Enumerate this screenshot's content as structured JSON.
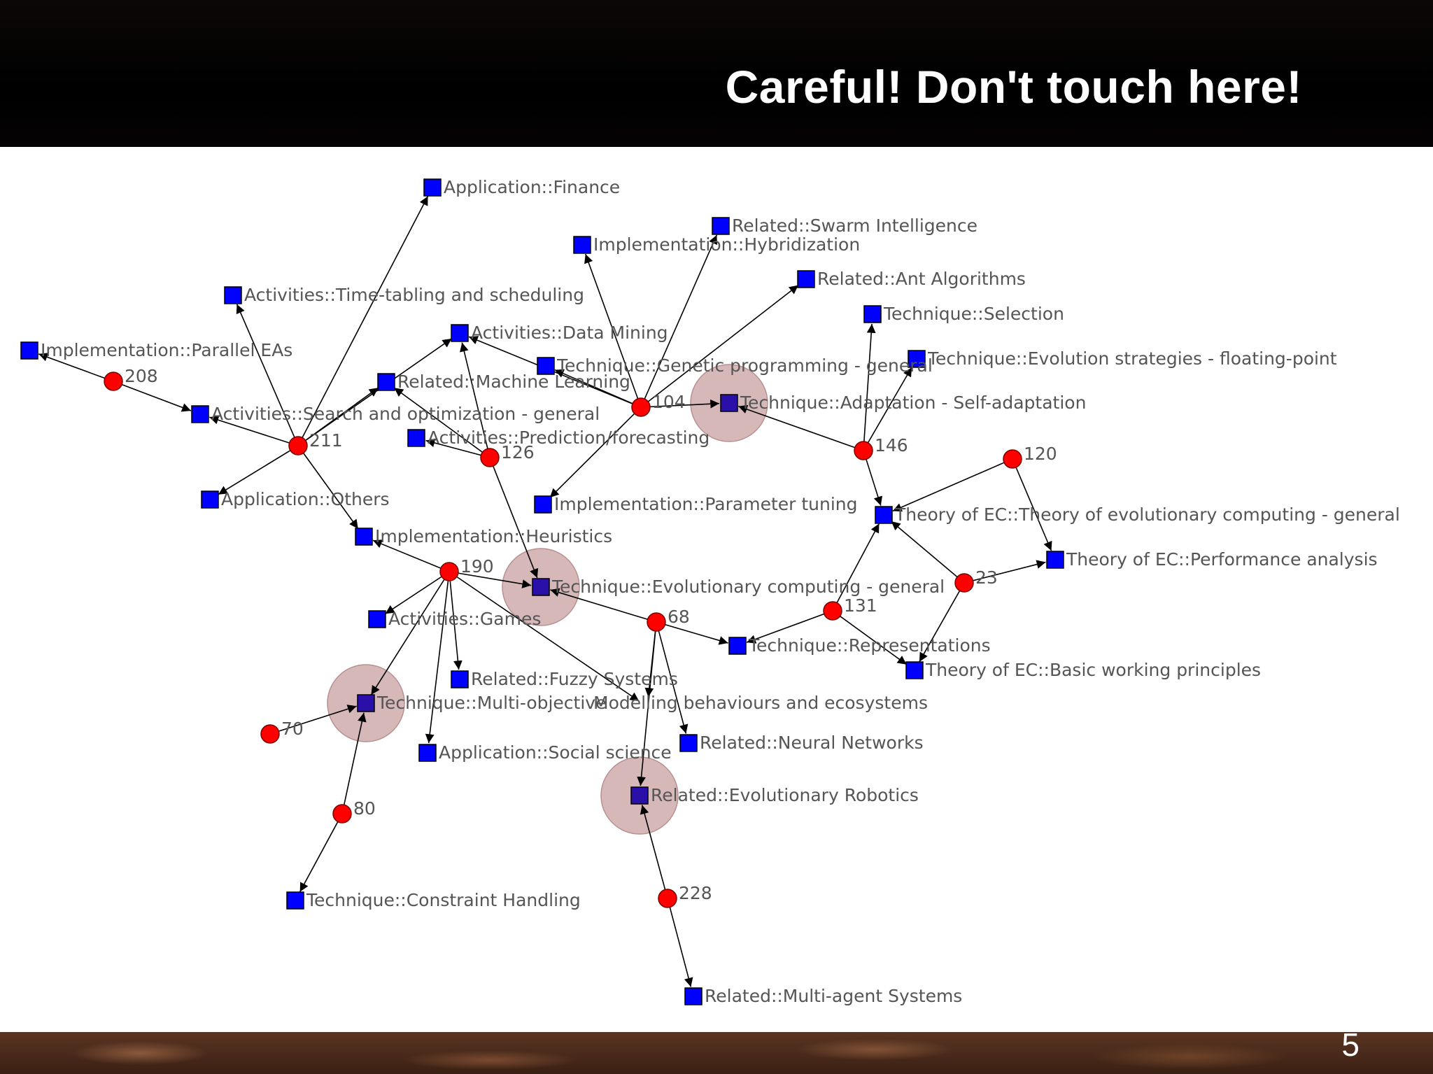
{
  "slide": {
    "title": "Careful! Don't touch here!",
    "page_number": "5"
  },
  "colors": {
    "category_node": "#0000ff",
    "cluster_node": "#ff0000",
    "highlight": "#c8a0a0",
    "edge": "#000000",
    "label": "#555555"
  },
  "graph": {
    "category_nodes": [
      {
        "id": "finance",
        "label": "Application::Finance"
      },
      {
        "id": "swarm",
        "label": "Related::Swarm Intelligence"
      },
      {
        "id": "hybrid",
        "label": "Implementation::Hybridization"
      },
      {
        "id": "ant",
        "label": "Related::Ant Algorithms"
      },
      {
        "id": "timetab",
        "label": "Activities::Time-tabling and scheduling"
      },
      {
        "id": "selection",
        "label": "Technique::Selection"
      },
      {
        "id": "datamining",
        "label": "Activities::Data Mining"
      },
      {
        "id": "parallel",
        "label": "Implementation::Parallel EAs"
      },
      {
        "id": "evostrat",
        "label": "Technique::Evolution strategies - floating-point"
      },
      {
        "id": "gp",
        "label": "Technique::Genetic programming - general"
      },
      {
        "id": "ml",
        "label": "Related::Machine Learning"
      },
      {
        "id": "adapt",
        "label": "Technique::Adaptation - Self-adaptation"
      },
      {
        "id": "search",
        "label": "Activities::Search and optimization - general"
      },
      {
        "id": "predict",
        "label": "Activities::Prediction/forecasting"
      },
      {
        "id": "others",
        "label": "Application::Others"
      },
      {
        "id": "paramtune",
        "label": "Implementation::Parameter tuning"
      },
      {
        "id": "theorygen",
        "label": "Theory of EC::Theory of evolutionary computing - general"
      },
      {
        "id": "heur",
        "label": "Implementation::Heuristics"
      },
      {
        "id": "perf",
        "label": "Theory of EC::Performance analysis"
      },
      {
        "id": "ecgen",
        "label": "Technique::Evolutionary computing - general"
      },
      {
        "id": "games",
        "label": "Activities::Games"
      },
      {
        "id": "repr",
        "label": "Technique::Representations"
      },
      {
        "id": "basic",
        "label": "Theory of EC::Basic working principles"
      },
      {
        "id": "fuzzy",
        "label": "Related::Fuzzy Systems"
      },
      {
        "id": "multiobj",
        "label": "Technique::Multi-objective"
      },
      {
        "id": "modelling",
        "label": "Modelling behaviours and ecosystems"
      },
      {
        "id": "neural",
        "label": "Related::Neural Networks"
      },
      {
        "id": "social",
        "label": "Application::Social science"
      },
      {
        "id": "robotics",
        "label": "Related::Evolutionary Robotics"
      },
      {
        "id": "constraint",
        "label": "Technique::Constraint Handling"
      },
      {
        "id": "multiagent",
        "label": "Related::Multi-agent Systems"
      }
    ],
    "cluster_nodes": [
      {
        "id": "c208",
        "label": "208"
      },
      {
        "id": "c211",
        "label": "211"
      },
      {
        "id": "c126",
        "label": "126"
      },
      {
        "id": "c104",
        "label": "104"
      },
      {
        "id": "c146",
        "label": "146"
      },
      {
        "id": "c120",
        "label": "120"
      },
      {
        "id": "c190",
        "label": "190"
      },
      {
        "id": "c23",
        "label": "23"
      },
      {
        "id": "c131",
        "label": "131"
      },
      {
        "id": "c68",
        "label": "68"
      },
      {
        "id": "c70",
        "label": "70"
      },
      {
        "id": "c80",
        "label": "80"
      },
      {
        "id": "c228",
        "label": "228"
      }
    ],
    "highlighted": [
      "adapt",
      "ecgen",
      "multiobj",
      "robotics"
    ],
    "edges": [
      [
        "c208",
        "parallel"
      ],
      [
        "c208",
        "search"
      ],
      [
        "c211",
        "search"
      ],
      [
        "c211",
        "timetab"
      ],
      [
        "c211",
        "others"
      ],
      [
        "c211",
        "heur"
      ],
      [
        "c211",
        "ml"
      ],
      [
        "c211",
        "finance"
      ],
      [
        "c211",
        "datamining"
      ],
      [
        "c126",
        "predict"
      ],
      [
        "c126",
        "ecgen"
      ],
      [
        "c126",
        "datamining"
      ],
      [
        "c126",
        "ml"
      ],
      [
        "c104",
        "gp"
      ],
      [
        "c104",
        "adapt"
      ],
      [
        "c104",
        "hybrid"
      ],
      [
        "c104",
        "swarm"
      ],
      [
        "c104",
        "ant"
      ],
      [
        "c104",
        "paramtune"
      ],
      [
        "c104",
        "datamining"
      ],
      [
        "c146",
        "adapt"
      ],
      [
        "c146",
        "selection"
      ],
      [
        "c146",
        "evostrat"
      ],
      [
        "c146",
        "theorygen"
      ],
      [
        "c120",
        "theorygen"
      ],
      [
        "c120",
        "perf"
      ],
      [
        "c190",
        "heur"
      ],
      [
        "c190",
        "ecgen"
      ],
      [
        "c190",
        "games"
      ],
      [
        "c190",
        "fuzzy"
      ],
      [
        "c190",
        "multiobj"
      ],
      [
        "c190",
        "social"
      ],
      [
        "c190",
        "modelling"
      ],
      [
        "c23",
        "theorygen"
      ],
      [
        "c23",
        "perf"
      ],
      [
        "c23",
        "basic"
      ],
      [
        "c131",
        "repr"
      ],
      [
        "c131",
        "theorygen"
      ],
      [
        "c131",
        "basic"
      ],
      [
        "c68",
        "ecgen"
      ],
      [
        "c68",
        "repr"
      ],
      [
        "c68",
        "neural"
      ],
      [
        "c68",
        "robotics"
      ],
      [
        "c68",
        "modelling"
      ],
      [
        "c70",
        "multiobj"
      ],
      [
        "c80",
        "multiobj"
      ],
      [
        "c80",
        "constraint"
      ],
      [
        "c228",
        "robotics"
      ],
      [
        "c228",
        "multiagent"
      ]
    ]
  }
}
